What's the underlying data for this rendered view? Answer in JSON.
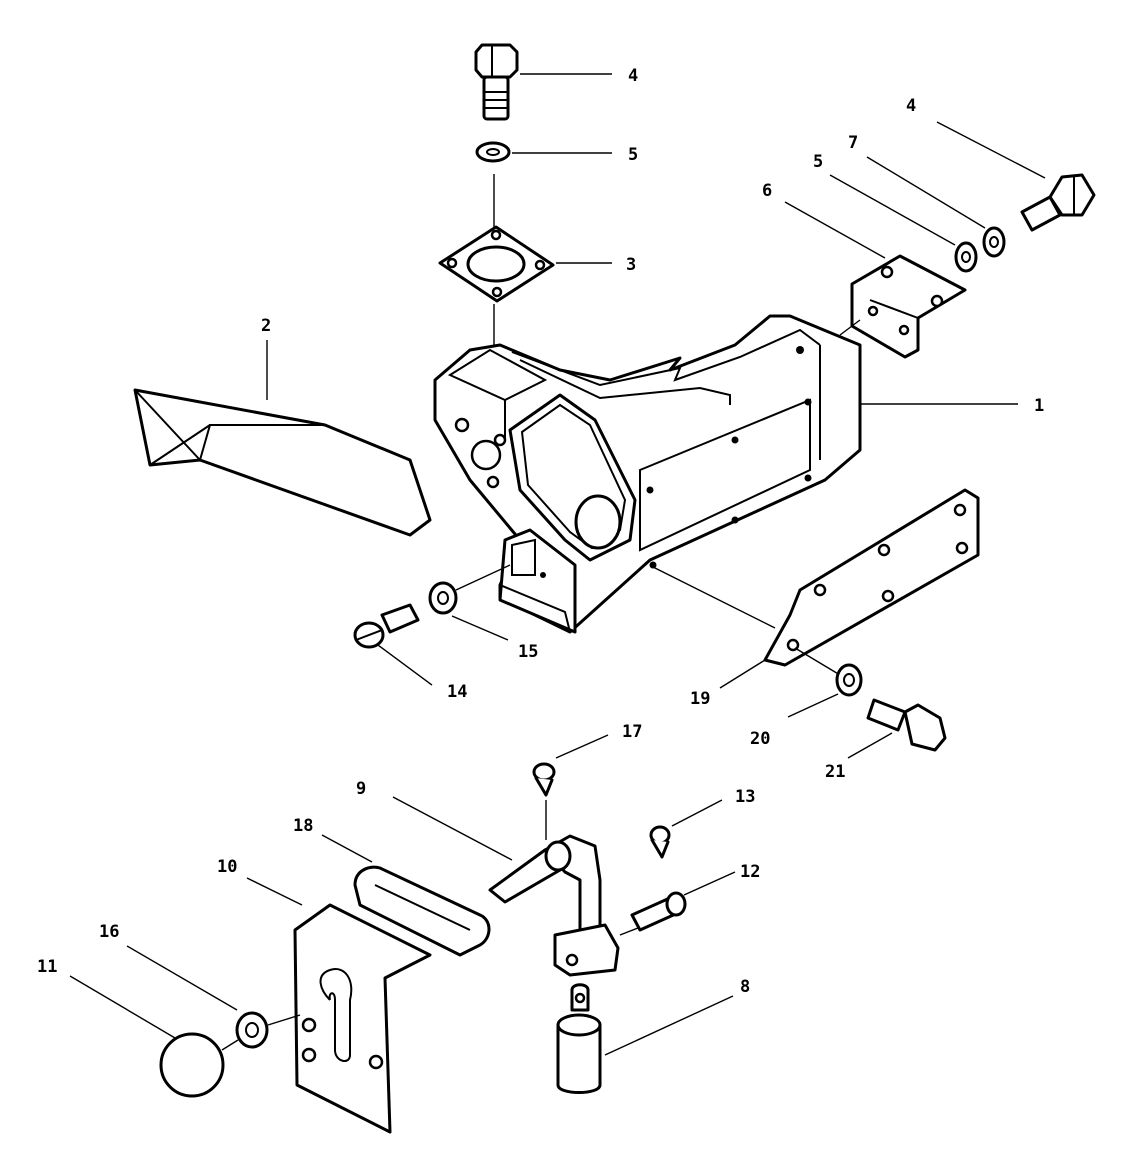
{
  "callouts": [
    {
      "id": "c4a",
      "text": "4"
    },
    {
      "id": "c5a",
      "text": "5"
    },
    {
      "id": "c3",
      "text": "3"
    },
    {
      "id": "c2",
      "text": "2"
    },
    {
      "id": "c4b",
      "text": "4"
    },
    {
      "id": "c7",
      "text": "7"
    },
    {
      "id": "c5b",
      "text": "5"
    },
    {
      "id": "c6",
      "text": "6"
    },
    {
      "id": "c1",
      "text": "1"
    },
    {
      "id": "c15",
      "text": "15"
    },
    {
      "id": "c14",
      "text": "14"
    },
    {
      "id": "c19",
      "text": "19"
    },
    {
      "id": "c20",
      "text": "20"
    },
    {
      "id": "c21",
      "text": "21"
    },
    {
      "id": "c17",
      "text": "17"
    },
    {
      "id": "c9",
      "text": "9"
    },
    {
      "id": "c13",
      "text": "13"
    },
    {
      "id": "c18",
      "text": "18"
    },
    {
      "id": "c10",
      "text": "10"
    },
    {
      "id": "c12",
      "text": "12"
    },
    {
      "id": "c16",
      "text": "16"
    },
    {
      "id": "c11",
      "text": "11"
    },
    {
      "id": "c8",
      "text": "8"
    }
  ]
}
